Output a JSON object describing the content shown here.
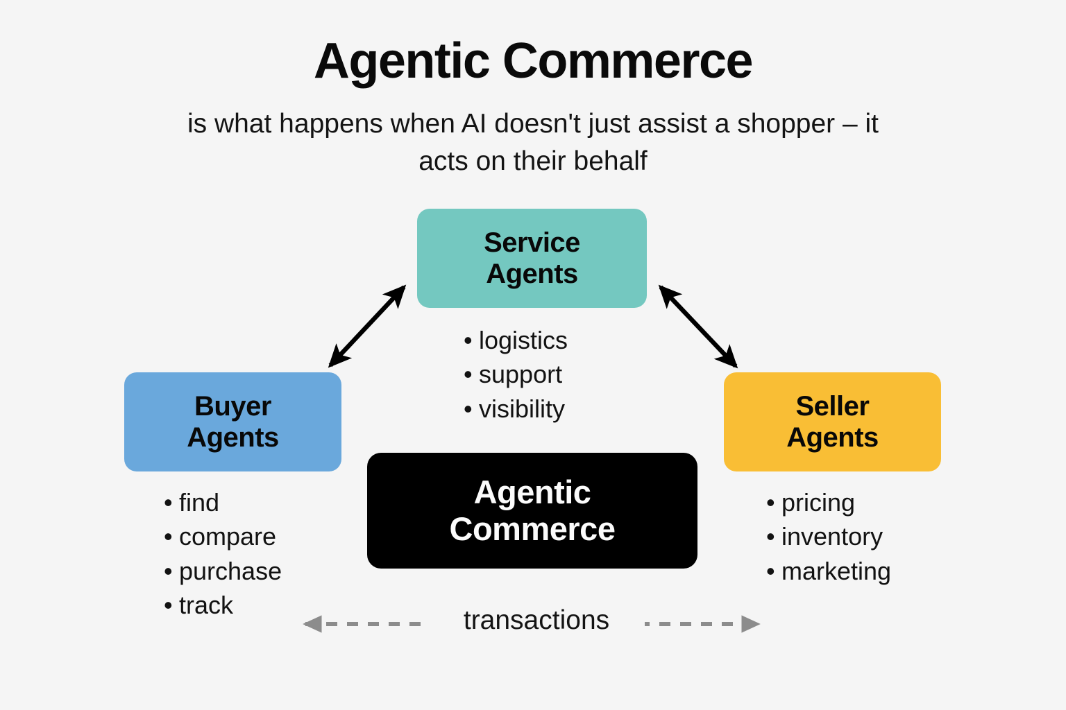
{
  "header": {
    "title": "Agentic Commerce",
    "subtitle": "is what happens when AI doesn't just assist a shopper – it acts on their behalf"
  },
  "nodes": {
    "service": {
      "label": "Service\nAgents",
      "label_line1": "Service",
      "label_line2": "Agents",
      "color": "#74c8c0",
      "bullets": [
        "logistics",
        "support",
        "visibility"
      ]
    },
    "buyer": {
      "label": "Buyer\nAgents",
      "label_line1": "Buyer",
      "label_line2": "Agents",
      "color": "#6aa8dc",
      "bullets": [
        "find",
        "compare",
        "purchase",
        "track"
      ]
    },
    "seller": {
      "label": "Seller\nAgents",
      "label_line1": "Seller",
      "label_line2": "Agents",
      "color": "#f9be35",
      "bullets": [
        "pricing",
        "inventory",
        "marketing"
      ]
    },
    "center": {
      "label_line1": "Agentic",
      "label_line2": "Commerce",
      "color": "#000000",
      "text_color": "#fbfbfb"
    }
  },
  "connectors": {
    "buyer_service": {
      "style": "solid-double-arrow",
      "color": "#000000"
    },
    "service_seller": {
      "style": "solid-double-arrow",
      "color": "#000000"
    },
    "transactions": {
      "label": "transactions",
      "style": "dashed-double-arrow",
      "color": "#8c8c8c"
    }
  },
  "bullet_glyph": "•",
  "background_color": "#f5f5f5"
}
